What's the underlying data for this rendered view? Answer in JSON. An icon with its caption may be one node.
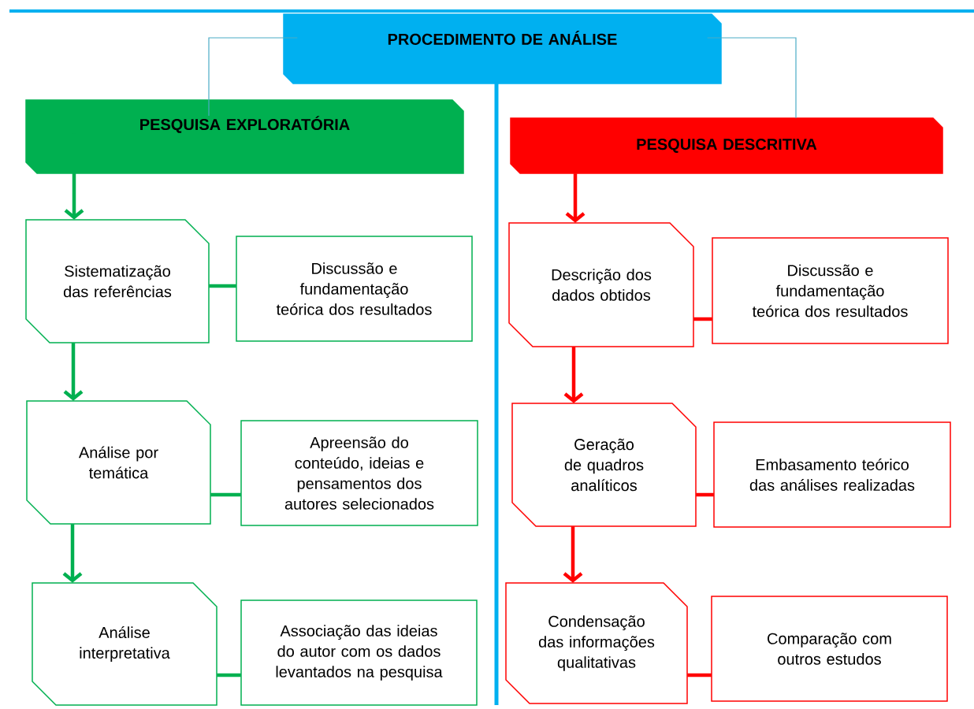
{
  "diagram": {
    "nodes": [
      {
        "text": [
          "PROCEDIMENTO DE ANÁLISE"
        ]
      },
      {
        "text": [
          "PESQUISA EXPLORATÓRIA"
        ]
      },
      {
        "text": [
          "PESQUISA DESCRITIVA"
        ]
      },
      {
        "text": [
          "Sistematização das referências"
        ]
      },
      {
        "text": [
          "Discussão e fundamentação teórica dos resultados"
        ]
      },
      {
        "text": [
          "Análise por temática"
        ]
      },
      {
        "text": [
          "Apreensão do conteúdo, ideias e pensamentos dos autores selecionados"
        ]
      },
      {
        "text": [
          "Análise interpretativa"
        ]
      },
      {
        "text": [
          "Associação das ideias do autor com os dados levantados na pesquisa"
        ]
      },
      {
        "text": [
          "Descrição dos dados obtidos"
        ]
      },
      {
        "text": [
          "Discussão e fundamentação teórica dos resultados"
        ]
      },
      {
        "text": [
          "Geração de quadros analíticos"
        ]
      },
      {
        "text": [
          "Embasamento teórico das análises realizadas"
        ]
      },
      {
        "text": [
          "Condensação das informações qualitativas"
        ]
      },
      {
        "text": [
          "Comparação com outros estudos"
        ]
      }
    ],
    "edges": [
      {
        "from": 0,
        "to": 1,
        "arrow": "none",
        "color": "#4bacc6"
      },
      {
        "from": 0,
        "to": 2,
        "arrow": "none",
        "color": "#4bacc6"
      },
      {
        "from": 1,
        "to": 3,
        "arrow": "to",
        "color": "#00b050"
      },
      {
        "from": 3,
        "to": 5,
        "arrow": "to",
        "color": "#00b050"
      },
      {
        "from": 5,
        "to": 7,
        "arrow": "to",
        "color": "#00b050"
      },
      {
        "from": 3,
        "to": 4,
        "arrow": "none",
        "color": "#00b050"
      },
      {
        "from": 5,
        "to": 6,
        "arrow": "none",
        "color": "#00b050"
      },
      {
        "from": 7,
        "to": 8,
        "arrow": "none",
        "color": "#00b050"
      },
      {
        "from": 2,
        "to": 9,
        "arrow": "to",
        "color": "#ff0000"
      },
      {
        "from": 9,
        "to": 11,
        "arrow": "to",
        "color": "#ff0000"
      },
      {
        "from": 11,
        "to": 13,
        "arrow": "to",
        "color": "#ff0000"
      },
      {
        "from": 9,
        "to": 10,
        "arrow": "none",
        "color": "#ff0000"
      },
      {
        "from": 11,
        "to": 12,
        "arrow": "none",
        "color": "#ff0000"
      },
      {
        "from": 13,
        "to": 14,
        "arrow": "none",
        "color": "#ff0000"
      }
    ]
  }
}
